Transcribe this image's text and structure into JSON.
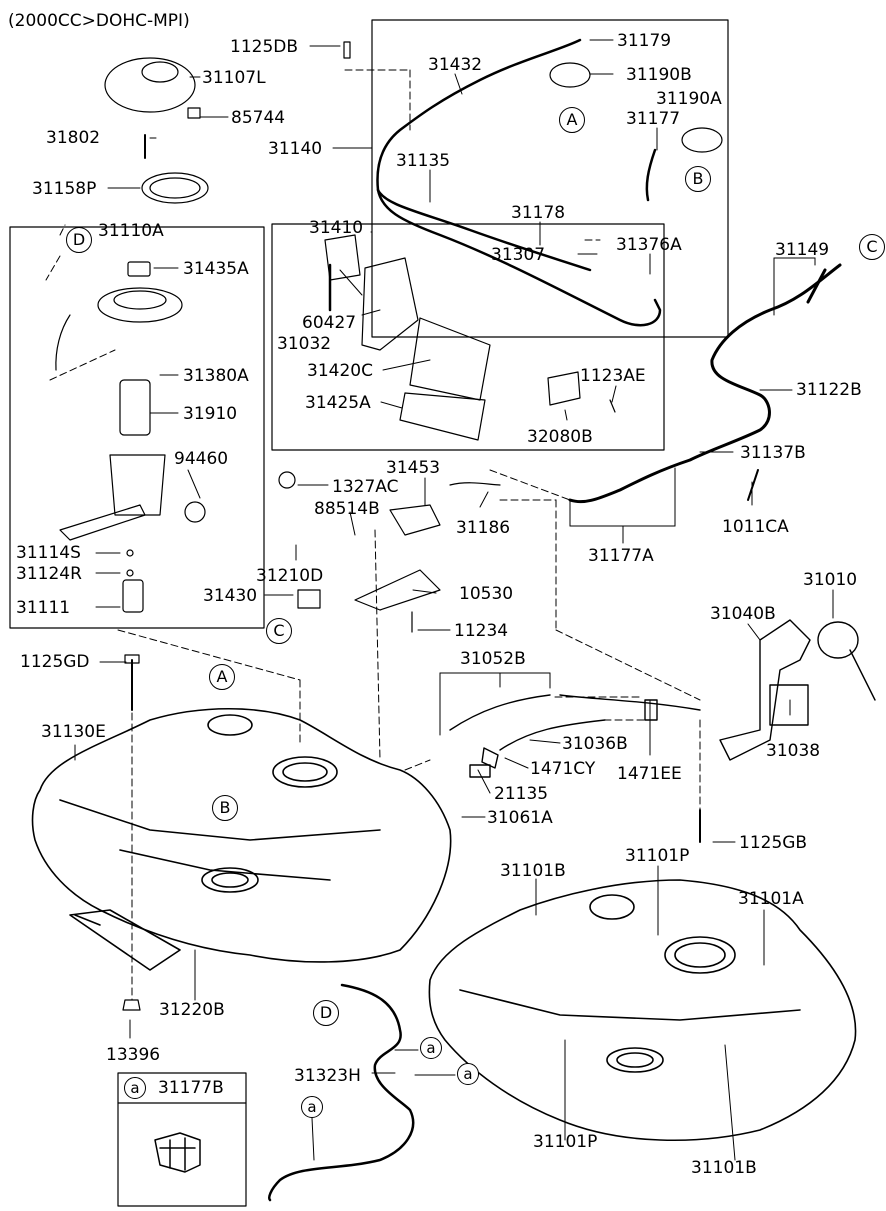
{
  "header": {
    "engine_spec": "(2000CC>DOHC-MPI)"
  },
  "part_labels": [
    {
      "id": "p1125DB",
      "text": "1125DB"
    },
    {
      "id": "p31432",
      "text": "31432"
    },
    {
      "id": "p31179",
      "text": "31179"
    },
    {
      "id": "p31107L",
      "text": "31107L"
    },
    {
      "id": "p31190B",
      "text": "31190B"
    },
    {
      "id": "p85744",
      "text": "85744"
    },
    {
      "id": "p31190A",
      "text": "31190A"
    },
    {
      "id": "p31802",
      "text": "31802"
    },
    {
      "id": "p31177",
      "text": "31177"
    },
    {
      "id": "p31140",
      "text": "31140"
    },
    {
      "id": "p31135",
      "text": "31135"
    },
    {
      "id": "p31158P",
      "text": "31158P"
    },
    {
      "id": "p31178",
      "text": "31178"
    },
    {
      "id": "p31110A",
      "text": "31110A"
    },
    {
      "id": "p31410",
      "text": "31410"
    },
    {
      "id": "p31149",
      "text": "31149"
    },
    {
      "id": "p31435A",
      "text": "31435A"
    },
    {
      "id": "p31307",
      "text": "31307"
    },
    {
      "id": "p31376A",
      "text": "31376A"
    },
    {
      "id": "p60427",
      "text": "60427"
    },
    {
      "id": "p31032",
      "text": "31032"
    },
    {
      "id": "p31380A",
      "text": "31380A"
    },
    {
      "id": "p31420C",
      "text": "31420C"
    },
    {
      "id": "p1123AE",
      "text": "1123AE"
    },
    {
      "id": "p31122B",
      "text": "31122B"
    },
    {
      "id": "p31425A",
      "text": "31425A"
    },
    {
      "id": "p31910",
      "text": "31910"
    },
    {
      "id": "p32080B",
      "text": "32080B"
    },
    {
      "id": "p94460",
      "text": "94460"
    },
    {
      "id": "p31453",
      "text": "31453"
    },
    {
      "id": "p31137B",
      "text": "31137B"
    },
    {
      "id": "p1327AC",
      "text": "1327AC"
    },
    {
      "id": "p88514B",
      "text": "88514B"
    },
    {
      "id": "p31186",
      "text": "31186"
    },
    {
      "id": "p1011CA",
      "text": "1011CA"
    },
    {
      "id": "p31114S",
      "text": "31114S"
    },
    {
      "id": "p31177A",
      "text": "31177A"
    },
    {
      "id": "p31124R",
      "text": "31124R"
    },
    {
      "id": "p31210D",
      "text": "31210D"
    },
    {
      "id": "p31010",
      "text": "31010"
    },
    {
      "id": "p31430",
      "text": "31430"
    },
    {
      "id": "p10530",
      "text": "10530"
    },
    {
      "id": "p31111",
      "text": "31111"
    },
    {
      "id": "p31040B",
      "text": "31040B"
    },
    {
      "id": "p11234",
      "text": "11234"
    },
    {
      "id": "p31052B",
      "text": "31052B"
    },
    {
      "id": "p1125GD",
      "text": "1125GD"
    },
    {
      "id": "p31130E",
      "text": "31130E"
    },
    {
      "id": "p31036B",
      "text": "31036B"
    },
    {
      "id": "p31038",
      "text": "31038"
    },
    {
      "id": "p1471CY",
      "text": "1471CY"
    },
    {
      "id": "p1471EE",
      "text": "1471EE"
    },
    {
      "id": "p21135",
      "text": "21135"
    },
    {
      "id": "p31061A",
      "text": "31061A"
    },
    {
      "id": "p1125GB",
      "text": "1125GB"
    },
    {
      "id": "p31101P_top",
      "text": "31101P"
    },
    {
      "id": "p31101B_top",
      "text": "31101B"
    },
    {
      "id": "p31101A",
      "text": "31101A"
    },
    {
      "id": "p31220B",
      "text": "31220B"
    },
    {
      "id": "p13396",
      "text": "13396"
    },
    {
      "id": "p31323H",
      "text": "31323H"
    },
    {
      "id": "p31101P_bot",
      "text": "31101P"
    },
    {
      "id": "p31101B_bot",
      "text": "31101B"
    }
  ],
  "reference_markers": {
    "A1": "A",
    "A2": "A",
    "B1": "B",
    "B2": "B",
    "C1": "C",
    "C2": "C",
    "D1": "D",
    "D2": "D",
    "a1": "a",
    "a2": "a",
    "a3": "a",
    "a_legend": "a"
  },
  "legend": {
    "marker": "a",
    "part": "31177B"
  }
}
